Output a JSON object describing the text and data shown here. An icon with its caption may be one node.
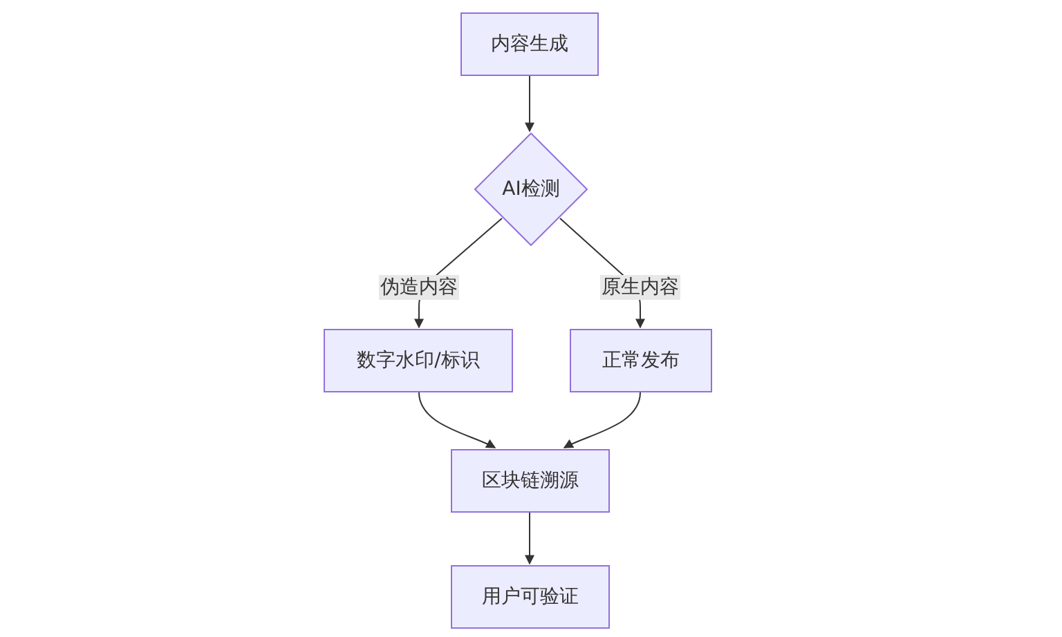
{
  "diagram": {
    "nodes": [
      {
        "text": [
          "内容生成"
        ]
      },
      {
        "text": [
          "AI检测"
        ]
      },
      {
        "text": [
          "数字水印/标识"
        ]
      },
      {
        "text": [
          "正常发布"
        ]
      },
      {
        "text": [
          "区块链溯源"
        ]
      },
      {
        "text": [
          "用户可验证"
        ]
      }
    ],
    "edges": [
      {
        "from": 0,
        "to": 1,
        "arrow": "to"
      },
      {
        "from": 1,
        "to": 2,
        "arrow": "to",
        "label": "伪造内容"
      },
      {
        "from": 1,
        "to": 3,
        "arrow": "to",
        "label": "原生内容"
      },
      {
        "from": 2,
        "to": 4,
        "arrow": "to"
      },
      {
        "from": 3,
        "to": 4,
        "arrow": "to"
      },
      {
        "from": 4,
        "to": 5,
        "arrow": "to"
      }
    ]
  }
}
